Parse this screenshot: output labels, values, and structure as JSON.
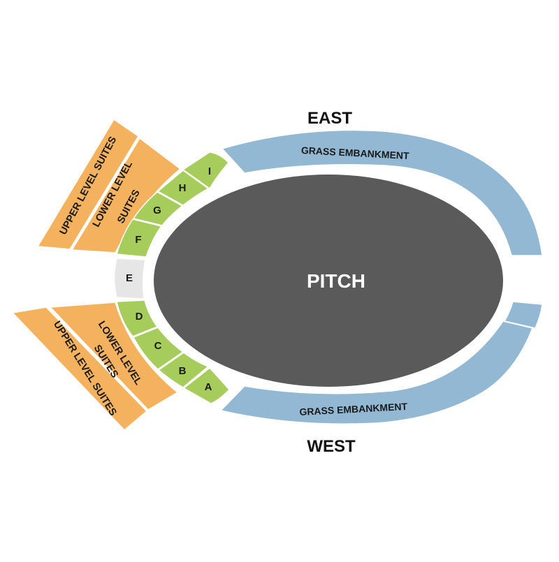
{
  "compass": {
    "east": "EAST",
    "west": "WEST"
  },
  "pitch": {
    "label": "PITCH",
    "color": "#5a5a5a"
  },
  "embankments": {
    "east_label": "GRASS EMBANKMENT",
    "west_label": "GRASS EMBANKMENT",
    "color": "#93b8d4"
  },
  "sections": {
    "color": "#a6cd5c",
    "neutral_color": "#e6e6e6",
    "labels": {
      "A": "A",
      "B": "B",
      "C": "C",
      "D": "D",
      "E": "E",
      "F": "F",
      "G": "G",
      "H": "H",
      "I": "I"
    }
  },
  "suites": {
    "color": "#f5b25e",
    "upper_east": "UPPER LEVEL SUITES",
    "lower_east_line1": "LOWER LEVEL",
    "lower_east_line2": "SUITES",
    "upper_west": "UPPER LEVEL SUITES",
    "lower_west_line1": "LOWER LEVEL",
    "lower_west_line2": "SUITES"
  }
}
